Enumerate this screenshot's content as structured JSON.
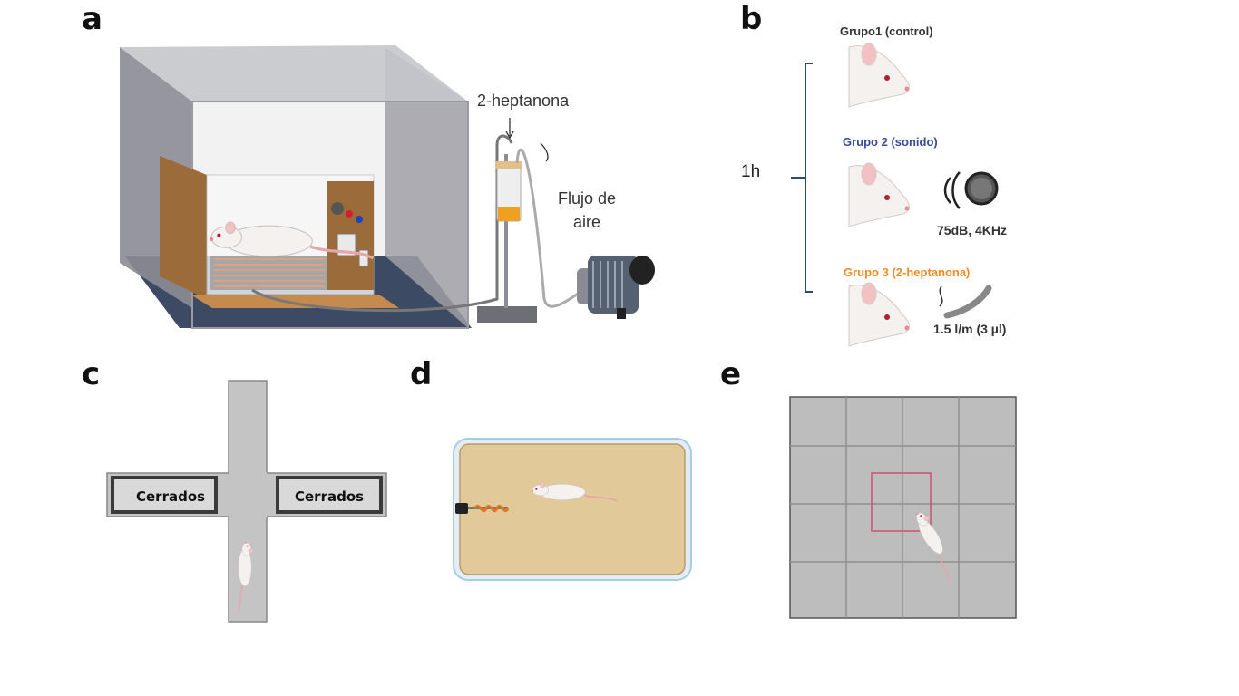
{
  "panels": {
    "a": {
      "letter": "a",
      "compound_label": "2-heptanona",
      "airflow_label": "Flujo de aire"
    },
    "b": {
      "letter": "b",
      "duration": "1h",
      "groups": [
        {
          "label": "Grupo1 (control)",
          "color": "#333333"
        },
        {
          "label": "Grupo 2 (sonido)",
          "color": "#3a4a9a",
          "stimulus": "75dB, 4KHz"
        },
        {
          "label": "Grupo 3 (2-heptanona)",
          "color": "#f08a24",
          "stimulus": "1.5 l/m (3 µl)"
        }
      ]
    },
    "c": {
      "letter": "c",
      "closed_left": "Cerrados",
      "closed_right": "Cerrados"
    },
    "d": {
      "letter": "d"
    },
    "e": {
      "letter": "e"
    }
  },
  "colors": {
    "maze_gray": "#c4c4c4",
    "grid_gray": "#bdbdbd",
    "center_square": "#d05070",
    "sand": "#e2c99a",
    "liquid": "#f0a020"
  }
}
